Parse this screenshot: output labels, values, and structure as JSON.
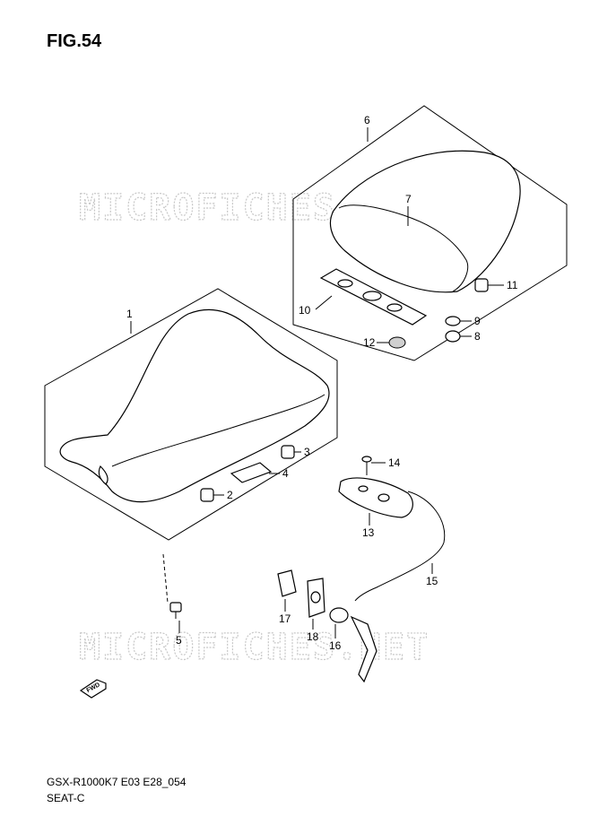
{
  "figure": {
    "title": "FIG.54"
  },
  "watermark": {
    "text": "MICROFICHES.NET"
  },
  "footer": {
    "model": "GSX-R1000K7 E03 E28_054",
    "section": "SEAT-C"
  },
  "fwd_arrow": {
    "label": "FWD"
  },
  "callouts": {
    "c1": "1",
    "c2": "2",
    "c3": "3",
    "c4": "4",
    "c5": "5",
    "c6": "6",
    "c7": "7",
    "c8": "8",
    "c9": "9",
    "c10": "10",
    "c11": "11",
    "c12": "12",
    "c13": "13",
    "c14": "14",
    "c15": "15",
    "c16": "16",
    "c17": "17",
    "c18": "18"
  }
}
